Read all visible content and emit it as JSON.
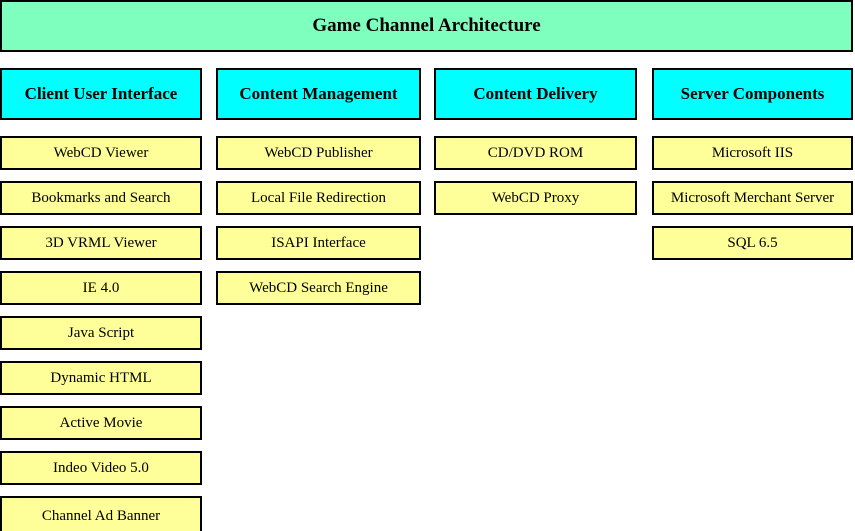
{
  "title": "Game Channel Architecture",
  "colors": {
    "banner_green": "#7FFFBE",
    "header_cyan": "#00FFFF",
    "node_yellow": "#FFFF99",
    "border_black": "#000000",
    "background_white": "#FFFFFF"
  },
  "columns": [
    {
      "header": "Client User Interface",
      "items": [
        "WebCD Viewer",
        "Bookmarks and Search",
        "3D VRML Viewer",
        "IE 4.0",
        "Java Script",
        "Dynamic HTML",
        "Active Movie",
        "Indeo Video 5.0",
        "Channel Ad Banner"
      ]
    },
    {
      "header": "Content Management",
      "items": [
        "WebCD Publisher",
        "Local File Redirection",
        "ISAPI Interface",
        "WebCD Search Engine"
      ]
    },
    {
      "header": "Content Delivery",
      "items": [
        "CD/DVD ROM",
        "WebCD Proxy"
      ]
    },
    {
      "header": "Server Components",
      "items": [
        "Microsoft IIS",
        "Microsoft Merchant Server",
        "SQL 6.5"
      ]
    }
  ]
}
